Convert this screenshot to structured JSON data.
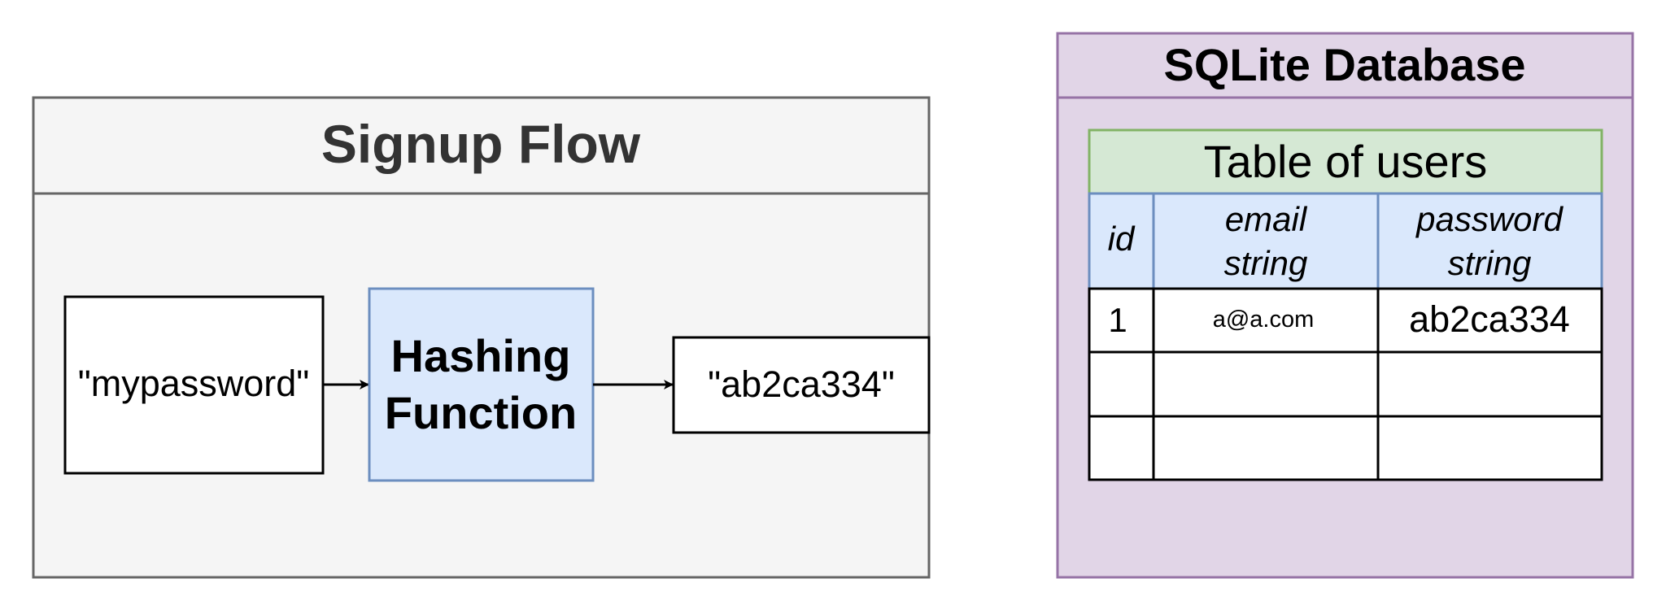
{
  "signup_flow": {
    "title": "Signup Flow",
    "input_label": "\"mypassword\"",
    "function_label_line1": "Hashing",
    "function_label_line2": "Function",
    "output_label": "\"ab2ca334\""
  },
  "database": {
    "title": "SQLite Database",
    "table": {
      "title": "Table of users",
      "columns": [
        {
          "name": "id",
          "type": ""
        },
        {
          "name": "email",
          "type": "string"
        },
        {
          "name": "password",
          "type": "string"
        }
      ],
      "rows": [
        [
          "1",
          "a@a.com",
          "ab2ca334"
        ],
        [
          "",
          "",
          ""
        ],
        [
          "",
          "",
          ""
        ]
      ]
    }
  },
  "colors": {
    "signup_fill": "#f5f5f5",
    "signup_stroke": "#666666",
    "title_text": "#333333",
    "function_fill": "#dae8fc",
    "function_stroke": "#6c8ebf",
    "db_fill": "#e1d5e7",
    "db_stroke": "#9673a6",
    "table_title_fill": "#d5e8d4",
    "table_title_stroke": "#82b366",
    "header_fill": "#dae8fc",
    "header_stroke": "#6c8ebf"
  }
}
